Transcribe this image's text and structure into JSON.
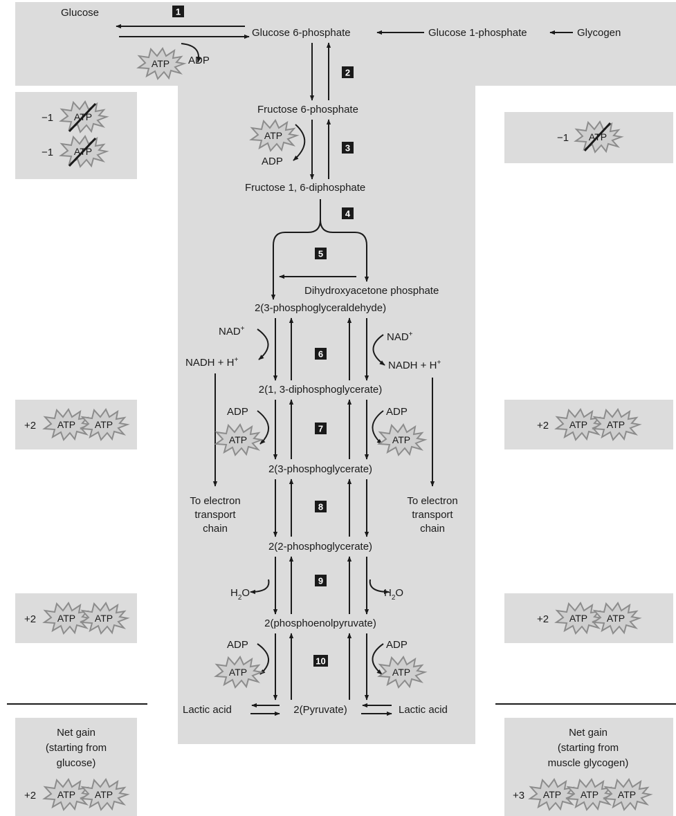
{
  "colors": {
    "panel": "#dcdcdc",
    "arrow": "#1a1a1a",
    "step_box": "#1a1a1a",
    "atp_burst_fill": "#cfcfcf",
    "atp_burst_stroke": "#8c8c8c"
  },
  "icons": {
    "atp": "starburst-atp-icon",
    "strike": "slash-strikethrough-icon"
  },
  "steps": [
    "1",
    "2",
    "3",
    "4",
    "5",
    "6",
    "7",
    "8",
    "9",
    "10"
  ],
  "metabolites": {
    "glucose": "Glucose",
    "glucose_6_phosphate": "Glucose 6-phosphate",
    "glucose_1_phosphate": "Glucose 1-phosphate",
    "glycogen": "Glycogen",
    "fructose_6_phosphate": "Fructose 6-phosphate",
    "fructose_1_6_diphosphate": "Fructose 1, 6-diphosphate",
    "dihydroxyacetone_phosphate": "Dihydroxyacetone phosphate",
    "phosphoglyceraldehyde": "2(3-phosphoglyceraldehyde)",
    "diphosphoglycerate": "2(1, 3-diphosphoglycerate)",
    "phosphoglycerate_3": "2(3-phosphoglycerate)",
    "phosphoglycerate_2": "2(2-phosphoglycerate)",
    "phosphoenolpyruvate": "2(phosphoenolpyruvate)",
    "pyruvate": "2(Pyruvate)",
    "lactic_acid": "Lactic acid"
  },
  "cofactors": {
    "atp": "ATP",
    "adp": "ADP",
    "nad": "NAD",
    "nad_sup": "+",
    "nadh": "NADH + H",
    "h_sup": "+",
    "h2o_h": "H",
    "h2o_sub": "2",
    "h2o_o": "O"
  },
  "electron_transport": [
    "To electron",
    "transport",
    "chain"
  ],
  "ledger": {
    "minus_one": "−1",
    "plus_two": "+2",
    "plus_three": "+3",
    "net_gain_glucose": [
      "Net gain",
      "(starting from",
      "glucose)"
    ],
    "net_gain_glycogen": [
      "Net gain",
      "(starting from",
      "muscle glycogen)"
    ]
  }
}
